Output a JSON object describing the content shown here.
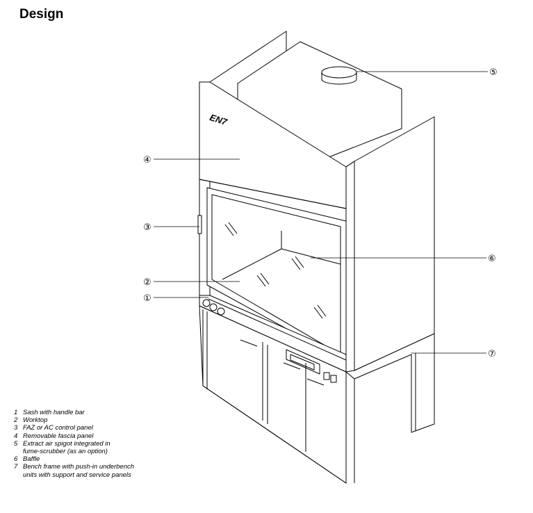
{
  "title": "Design",
  "brand": "EN7",
  "callouts": [
    {
      "id": "c1",
      "label": "①"
    },
    {
      "id": "c2",
      "label": "②"
    },
    {
      "id": "c3",
      "label": "③"
    },
    {
      "id": "c4",
      "label": "④"
    },
    {
      "id": "c5",
      "label": "⑤"
    },
    {
      "id": "c6",
      "label": "⑥"
    },
    {
      "id": "c7",
      "label": "⑦"
    }
  ],
  "legend": [
    {
      "num": "1",
      "text": "Sash with handle bar"
    },
    {
      "num": "2",
      "text": "Worktop"
    },
    {
      "num": "3",
      "text": "FAZ or AC control panel"
    },
    {
      "num": "4",
      "text": "Removable fascia panel"
    },
    {
      "num": "5",
      "text": "Extract air spigot integrated in\nfume-scrubber (as an option)"
    },
    {
      "num": "6",
      "text": "Baffle"
    },
    {
      "num": "7",
      "text": "Bench frame with push-in underbench\nunits with support and service panels"
    }
  ]
}
